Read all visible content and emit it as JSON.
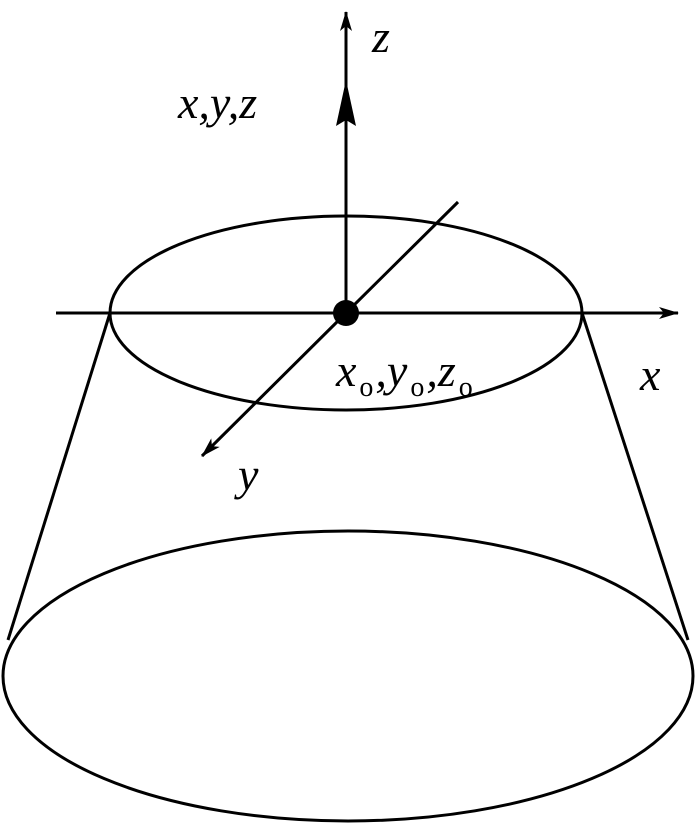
{
  "labels": {
    "z_axis": "z",
    "x_axis": "x",
    "y_axis": "y",
    "shifted_point": "x,y,z",
    "origin": {
      "x": "x",
      "x_sub": "o",
      "sep1": ",",
      "y": "y",
      "y_sub": "o",
      "sep2": ",",
      "z": "z",
      "z_sub": "o"
    }
  },
  "colors": {
    "stroke": "#000000",
    "background": "#ffffff"
  }
}
